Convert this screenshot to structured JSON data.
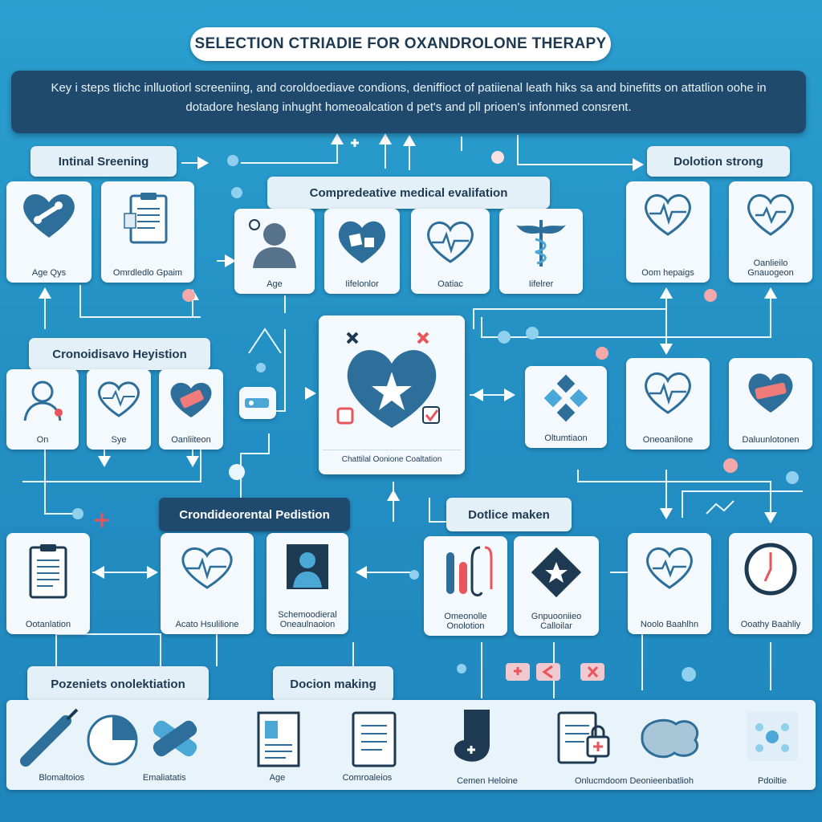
{
  "title": "SELECTION CTRIADIE FOR OXANDROLONE THERAPY",
  "subtitle": "Key i steps tlichc inlluotiorl screeniing, and coroldoediave condions, deniffioct of patiienal leath hiks sa and binefitts on attatlion oohe in dotadore heslang inhught homeoalcation d pet's and pll prioen's infonmed consrent.",
  "sections": {
    "initial_screening": "Intinal Sreening",
    "comprehensive_eval": "Compredeative medical evalifation",
    "dolotion": "Dolotion strong",
    "cronidisavo": "Cronoidisavo Heyistion",
    "crondideorental": "Crondideorental Pedistion",
    "dotlice_maken": "Dotlice maken",
    "pozeniets": "Pozeniets onolektiation",
    "docion_making": "Docion making"
  },
  "cards": {
    "age_top": "Age Qys",
    "orrdile_gpaim": "Omrdledlo Gpaim",
    "age_mid": "Age",
    "iifelonlor": "Iifelonlor",
    "oatiac": "Oatiac",
    "ifelrer": "Iifelrer",
    "oom_hepaigs": "Oom hepaigs",
    "oaniisolo": "Oanlieilo Gnauogeon",
    "on": "On",
    "sye": "Sye",
    "oanliiteon": "Oanliiteon",
    "oltumtiaon": "Oltumtiaon",
    "oneoanilone": "Oneoanilone",
    "daluunlotonen": "Daluunlotonen",
    "ootanlation": "Ootanlation",
    "acato": "Acato Hsulilione",
    "schemoodieral": "Schemoodieral Oneaulnaoion",
    "omeonolle": "Omeonolle Onolotion",
    "gnpuooniieo": "Gnpuooniieo Calloilar",
    "noolo": "Noolo Baahlhn",
    "ooathy": "Ooathy Baahliy"
  },
  "center_caption": "Chattilal Oonione Coaltation",
  "bottom": [
    "Blomaltoios",
    "Emaliatatis",
    "Age",
    "Comroaleios",
    "Cemen Heloine",
    "Onlucmdoom Deonieenbatlioh",
    "Pdoiltie"
  ],
  "colors": {
    "navy": "#1f4a6d",
    "blue": "#2a9fd0",
    "accent": "#e8555c",
    "icon": "#2d6f9a"
  }
}
